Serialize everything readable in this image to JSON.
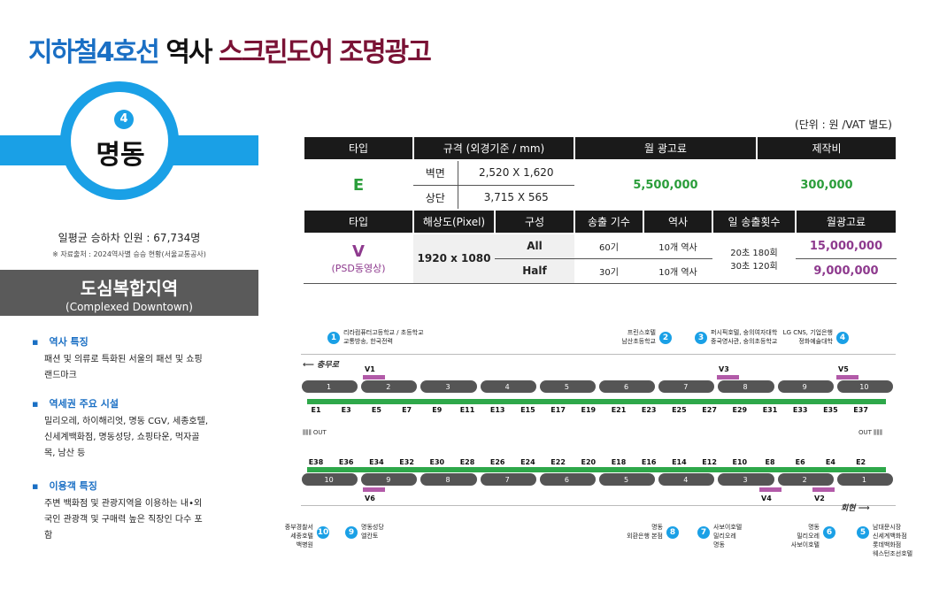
{
  "title": {
    "a": "지하철4호선",
    "b": " 역사 ",
    "c": "스크린도어 조명광고"
  },
  "station": {
    "number": "4",
    "name": "명동",
    "ridership": "일평균 승하차 인원 : 67,734명",
    "source": "※ 자료출처 : 2024역사별 승승 현황(서울교통공사)",
    "zone": "도심복합지역",
    "zone_en": "(Complexed Downtown)"
  },
  "features": [
    {
      "heading": "역사 특징",
      "text": "패션 및 의류로 특화된 서울의 패션 및 쇼핑 랜드마크"
    },
    {
      "heading": "역세권 주요 시설",
      "text": "밀리오레, 하이해리엇, 명동 CGV, 세종호텔, 신세계백화점, 명동성당, 쇼핑타운, 먹자골목, 남산 등"
    },
    {
      "heading": "이용객 특징",
      "text": "주변 백화점 및 관광지역을 이용하는 내•외국인 관광객 및 구매력 높은 직장인 다수 포함"
    }
  ],
  "unit": "(단위 : 원 /VAT 별도)",
  "table1": {
    "headers": [
      "타입",
      "규격 (외경기준 / mm)",
      "월 광고료",
      "제작비"
    ],
    "type": "E",
    "rows": [
      {
        "label": "벽면",
        "size": "2,520 X 1,620"
      },
      {
        "label": "상단",
        "size": "3,715 X 565"
      }
    ],
    "fee": "5,500,000",
    "production": "300,000"
  },
  "table2": {
    "headers": [
      "타입",
      "해상도(Pixel)",
      "구성",
      "송출 기수",
      "역사",
      "일 송출횟수",
      "월광고료"
    ],
    "type": "V",
    "subtype": "(PSD동영상)",
    "resolution": "1920 x 1080",
    "rows": [
      {
        "config": "All",
        "units": "60기",
        "stations": "10개 역사",
        "fee": "15,000,000"
      },
      {
        "config": "Half",
        "units": "30기",
        "stations": "10개 역사",
        "fee": "9,000,000"
      }
    ],
    "frequency": [
      "20초 180회",
      "30초 120회"
    ]
  },
  "map": {
    "dir_top": "충무로",
    "dir_bottom": "회현",
    "out": "OUT",
    "top_sections": [
      "1",
      "2",
      "3",
      "4",
      "5",
      "6",
      "7",
      "8",
      "9",
      "10"
    ],
    "top_positions": [
      "E1",
      "E3",
      "E5",
      "E7",
      "E9",
      "E11",
      "E13",
      "E15",
      "E17",
      "E19",
      "E21",
      "E23",
      "E25",
      "E27",
      "E29",
      "E31",
      "E33",
      "E35",
      "E37"
    ],
    "bottom_sections": [
      "10",
      "9",
      "8",
      "7",
      "6",
      "5",
      "4",
      "3",
      "2",
      "1"
    ],
    "bottom_positions": [
      "E38",
      "E36",
      "E34",
      "E32",
      "E30",
      "E28",
      "E26",
      "E24",
      "E22",
      "E20",
      "E18",
      "E16",
      "E14",
      "E12",
      "E10",
      "E8",
      "E6",
      "E4",
      "E2"
    ],
    "video_top": [
      "V1",
      "V3",
      "V5"
    ],
    "video_bottom": [
      "V6",
      "V4",
      "V2"
    ],
    "gates": [
      {
        "n": "1",
        "text": "리라컴퓨터고등학교 / 초등학교\n교통방송, 한국전력"
      },
      {
        "n": "2",
        "text": "프린스호텔\n남산초등학교"
      },
      {
        "n": "3",
        "text": "퍼시픽호텔, 숭의여자대학\n중국영사관, 숭의초등학교"
      },
      {
        "n": "4",
        "text": "LG CNS, 기업은행\n정화예술대학"
      },
      {
        "n": "5",
        "text": "남대문시장\n신세계백화점\n롯데백화점\n웨스턴조선호텔"
      },
      {
        "n": "6",
        "text": "명동\n밀리오레\n사보이호텔"
      },
      {
        "n": "7",
        "text": "사보이호텔\n밀리오레\n명동"
      },
      {
        "n": "8",
        "text": "명동\n외환은행 본점"
      },
      {
        "n": "9",
        "text": "명동성당\n엘칸토"
      },
      {
        "n": "10",
        "text": "중부경찰서\n세종호텔\n백병원"
      }
    ]
  }
}
